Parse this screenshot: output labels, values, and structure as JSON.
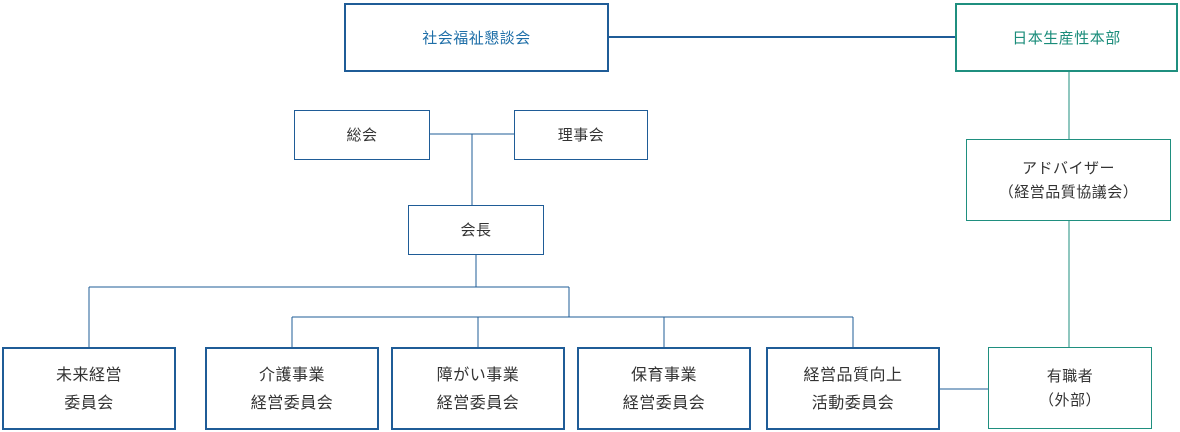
{
  "top": {
    "social_welfare_council": "社会福祉懇談会",
    "japan_productivity_center": "日本生産性本部"
  },
  "governance": {
    "general_meeting": "総会",
    "board": "理事会",
    "chairman": "会長"
  },
  "advisor": {
    "line1": "アドバイザー",
    "line2": "（経営品質協議会）"
  },
  "experts": {
    "line1": "有職者",
    "line2": "（外部）"
  },
  "committees": [
    {
      "line1": "未来経営",
      "line2": "委員会"
    },
    {
      "line1": "介護事業",
      "line2": "経営委員会"
    },
    {
      "line1": "障がい事業",
      "line2": "経営委員会"
    },
    {
      "line1": "保育事業",
      "line2": "経営委員会"
    },
    {
      "line1": "経営品質向上",
      "line2": "活動委員会"
    }
  ],
  "colors": {
    "blue": "#1f5c97",
    "teal": "#1f8f7f",
    "text": "#333333"
  }
}
